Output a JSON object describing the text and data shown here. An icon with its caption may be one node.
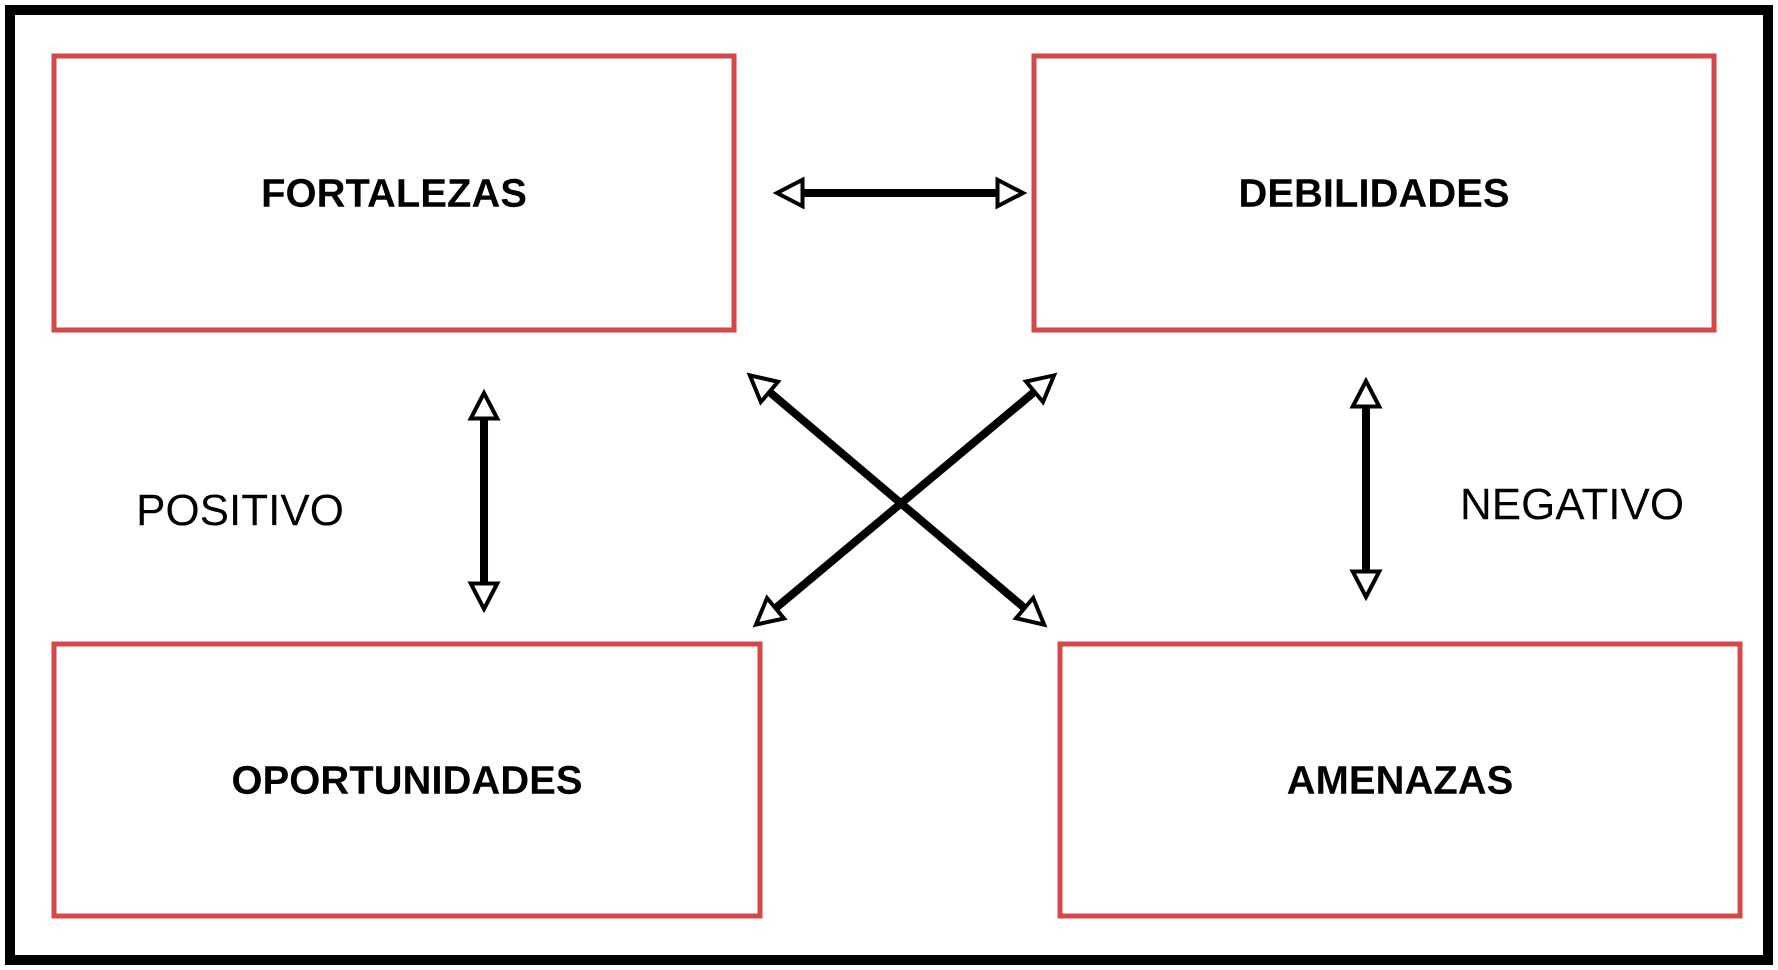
{
  "diagram": {
    "nodes": [
      {
        "text": [
          "FORTALEZAS"
        ]
      },
      {
        "text": [
          "DEBILIDADES"
        ]
      },
      {
        "text": [
          "OPORTUNIDADES"
        ]
      },
      {
        "text": [
          "AMENAZAS"
        ]
      }
    ],
    "edges": [
      {
        "from": 0,
        "to": 1,
        "arrow": "both"
      },
      {
        "from": 0,
        "to": 2,
        "arrow": "both",
        "label": "POSITIVO"
      },
      {
        "from": 1,
        "to": 3,
        "arrow": "both",
        "label": "NEGATIVO"
      },
      {
        "from": 0,
        "to": 3,
        "arrow": "both"
      },
      {
        "from": 1,
        "to": 2,
        "arrow": "both"
      }
    ]
  }
}
